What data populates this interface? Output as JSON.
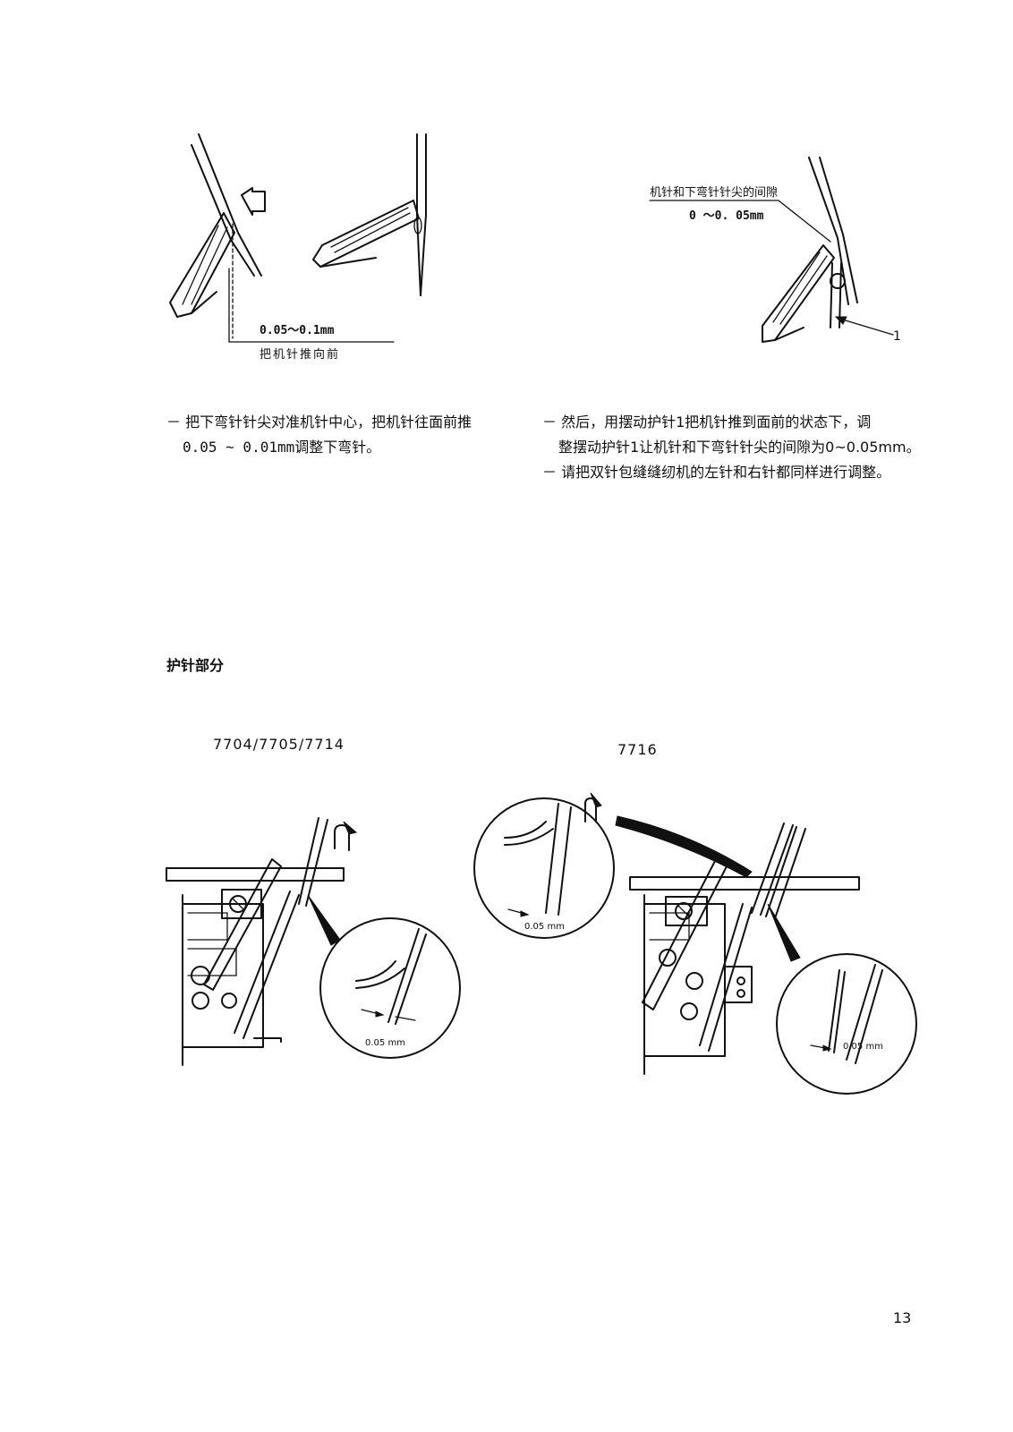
{
  "fig_top_left": {
    "gap_value": "0.05～0.1mm",
    "push_label": "把机针推向前"
  },
  "fig_top_right": {
    "gap_label": "机针和下弯针针尖的间隙",
    "gap_value": "0 ～0. 05mm",
    "part_number": "1"
  },
  "instructions_left": [
    "－ 把下弯针针尖对准机针中心，把机针往面前推",
    "0.05 ~ 0.01mm调整下弯针。"
  ],
  "instructions_right": [
    "－ 然后，用摆动护针1把机针推到面前的状态下，调",
    "整摆动护针1让机针和下弯针针尖的间隙为0~0.05mm。",
    "－ 请把双针包缝缝纫机的左针和右针都同样进行调整。"
  ],
  "section": {
    "title": "护针部分"
  },
  "models": {
    "left": "7704/7705/7714",
    "right": "7716"
  },
  "zoom_labels": {
    "left_zoom": "0.05 mm",
    "right_top_zoom": "0.05 mm",
    "right_zoom": "0.05 mm"
  },
  "page_number": "13"
}
